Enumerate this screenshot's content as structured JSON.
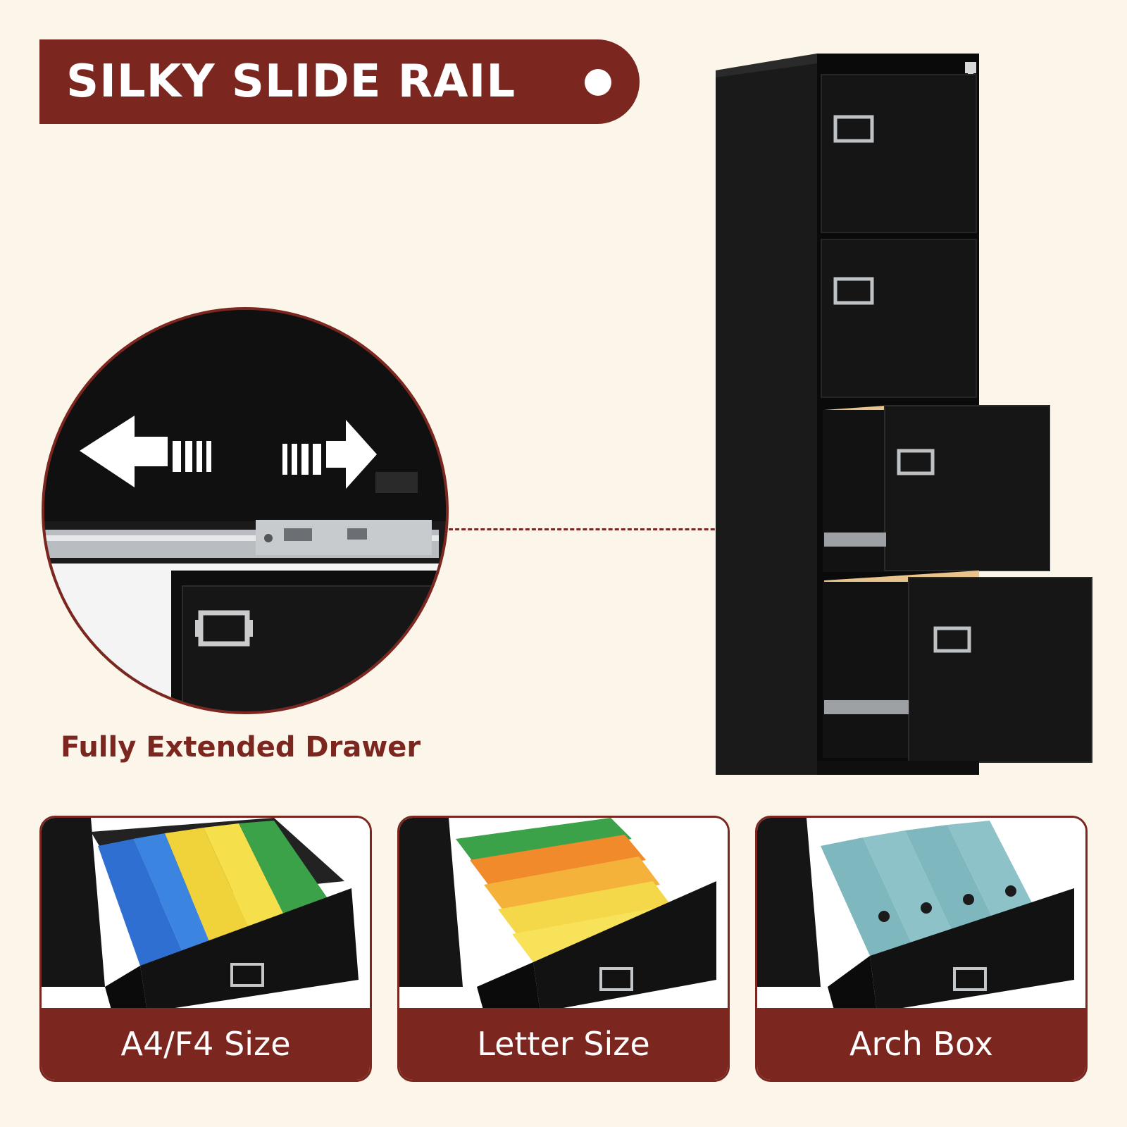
{
  "banner": {
    "title": "SILKY SLIDE RAIL"
  },
  "zoom": {
    "caption": "Fully Extended Drawer"
  },
  "cards": [
    {
      "label": "A4/F4 Size"
    },
    {
      "label": "Letter Size"
    },
    {
      "label": "Arch Box"
    }
  ],
  "colors": {
    "accent": "#7c2620",
    "background": "#fbf5ea",
    "cabinet": "#111111"
  }
}
